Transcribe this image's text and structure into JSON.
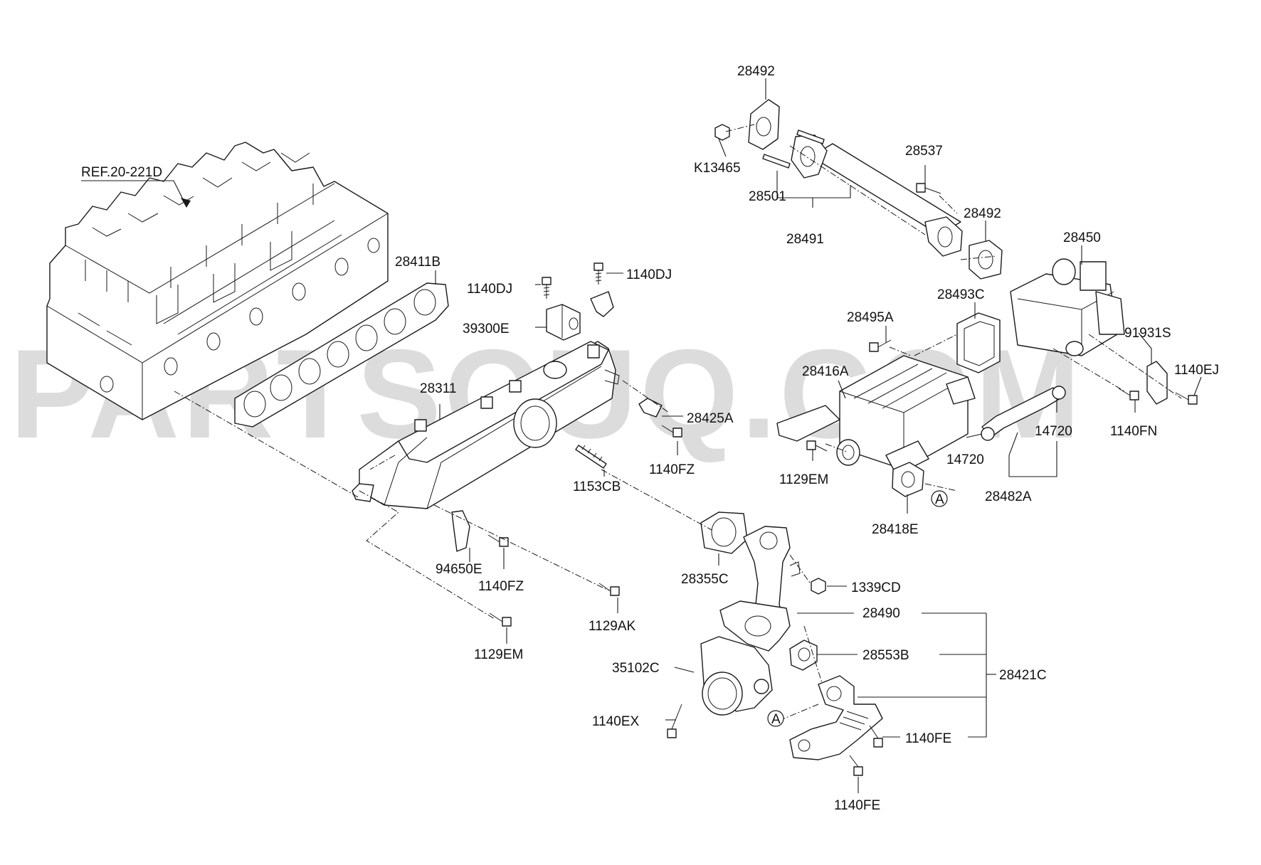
{
  "watermark": "PARTSOUQ.COM",
  "reference": "REF.20-221D",
  "callout_marker": "A",
  "labels": {
    "p28492_top": "28492",
    "pK13465": "K13465",
    "p28501": "28501",
    "p28491": "28491",
    "p28537": "28537",
    "p28492_mid": "28492",
    "p28450": "28450",
    "p28493C": "28493C",
    "p28495A": "28495A",
    "p91931S": "91931S",
    "p1140EJ": "1140EJ",
    "p28416A": "28416A",
    "p1140FN": "1140FN",
    "p14720_right": "14720",
    "p14720_left": "14720",
    "p1129EM_right": "1129EM",
    "p28482A": "28482A",
    "p28418E": "28418E",
    "p28411B": "28411B",
    "p1140DJ_left": "1140DJ",
    "p1140DJ_right": "1140DJ",
    "p39300E": "39300E",
    "p28311": "28311",
    "p28425A": "28425A",
    "p1140FZ_mid": "1140FZ",
    "p1153CB": "1153CB",
    "p94650E": "94650E",
    "p1140FZ_low": "1140FZ",
    "p1129AK": "1129AK",
    "p1129EM_left": "1129EM",
    "p28355C": "28355C",
    "p1339CD": "1339CD",
    "p28490": "28490",
    "p28553B": "28553B",
    "p28421C": "28421C",
    "p35102C": "35102C",
    "p1140EX": "1140EX",
    "p1140FE_right": "1140FE",
    "p1140FE_bottom": "1140FE"
  }
}
